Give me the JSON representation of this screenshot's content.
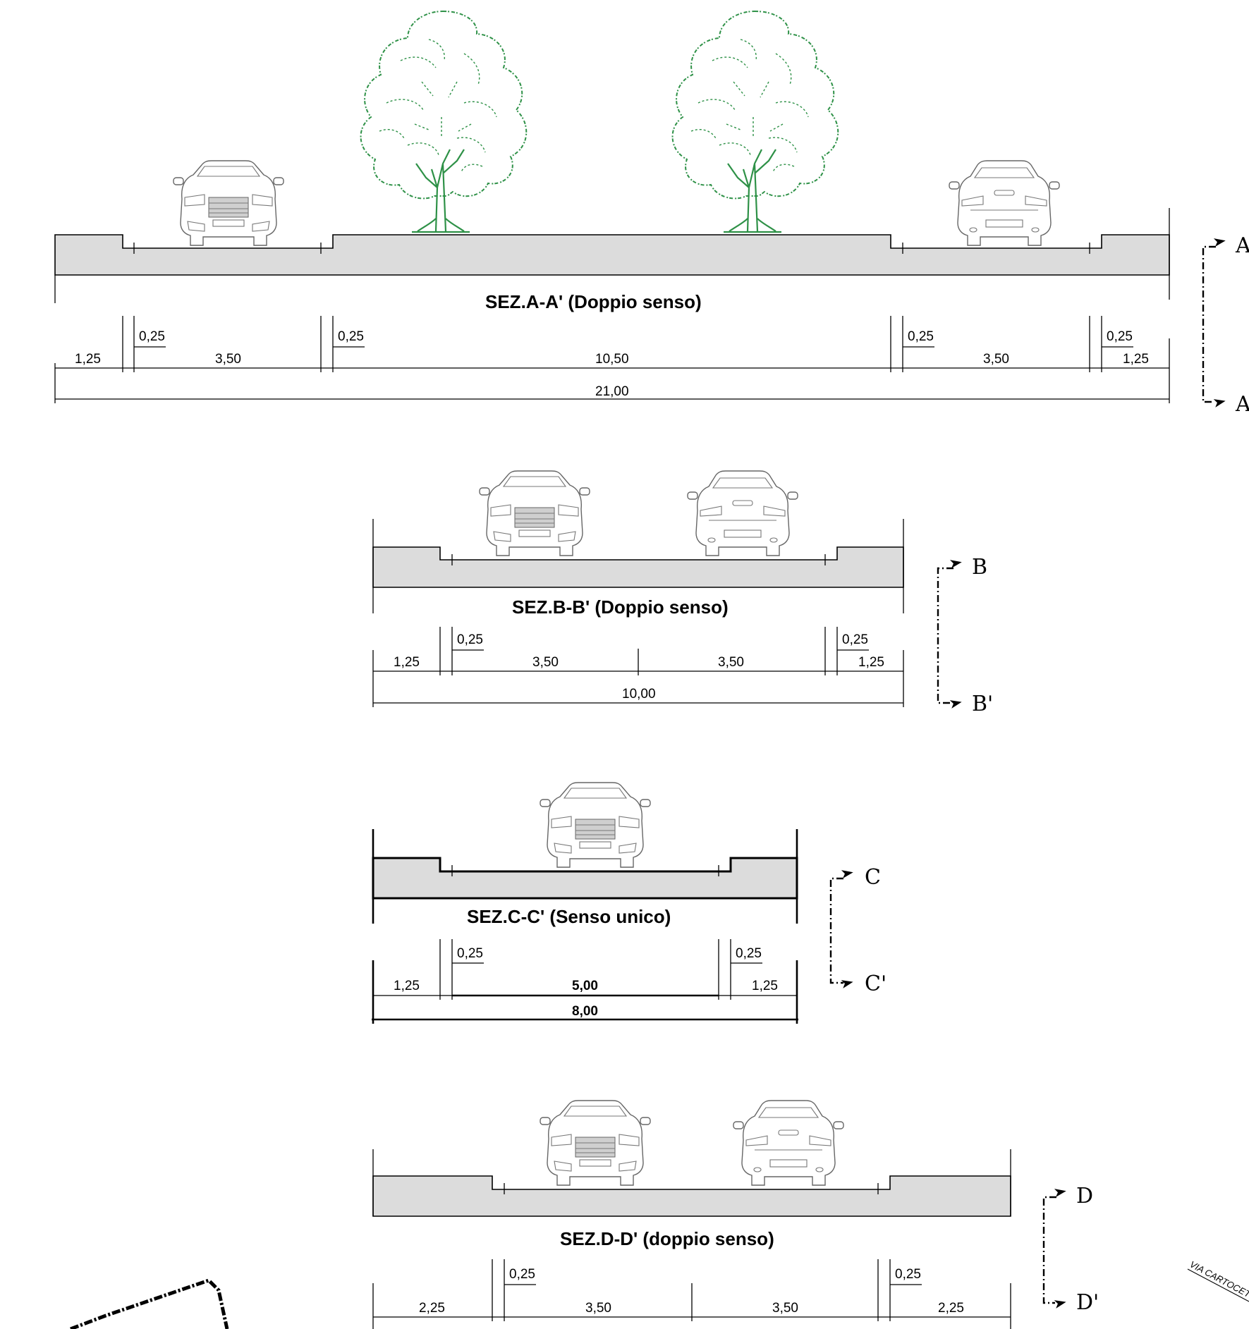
{
  "sections": [
    {
      "id": "A",
      "title": "SEZ.A-A'   (Doppio senso)",
      "offsets": [
        "0,25",
        "0,25",
        "0,25",
        "0,25"
      ],
      "widths": [
        "1,25",
        "3,50",
        "10,50",
        "3,50",
        "1,25"
      ],
      "total": "21,00",
      "marker_top": "A",
      "marker_bottom": "A'"
    },
    {
      "id": "B",
      "title": "SEZ.B-B' (Doppio senso)",
      "offsets": [
        "0,25",
        "0,25"
      ],
      "widths": [
        "1,25",
        "3,50",
        "3,50",
        "1,25"
      ],
      "total": "10,00",
      "marker_top": "B",
      "marker_bottom": "B'"
    },
    {
      "id": "C",
      "title": "SEZ.C-C'  (Senso unico)",
      "offsets": [
        "0,25",
        "0,25"
      ],
      "widths": [
        "1,25",
        "5,00",
        "1,25"
      ],
      "total": "8,00",
      "marker_top": "C",
      "marker_bottom": "C'"
    },
    {
      "id": "D",
      "title": "SEZ.D-D'   (doppio senso)",
      "offsets": [
        "0,25",
        "0,25"
      ],
      "widths": [
        "2,25",
        "3,50",
        "3,50",
        "2,25"
      ],
      "marker_top": "D",
      "marker_bottom": "D'"
    }
  ],
  "corner_stamp": "VIA CARTOCETO",
  "colors": {
    "road_fill": "#dcdcdc",
    "tree_green": "#2e9147",
    "car_line": "#666666"
  },
  "icons": [
    "car-front-icon",
    "car-rear-icon",
    "tree-icon"
  ]
}
